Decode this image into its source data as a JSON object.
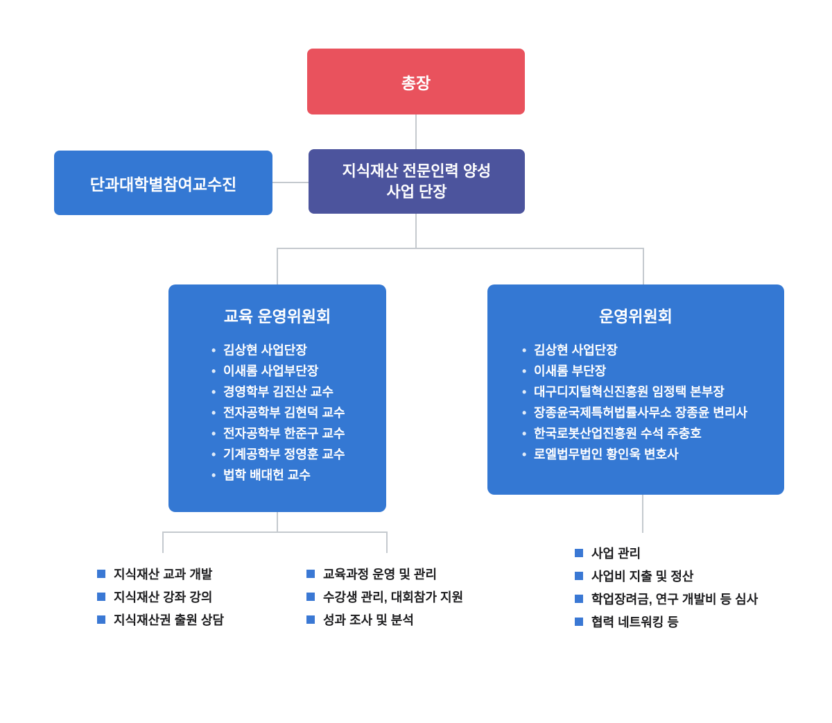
{
  "org": {
    "president": {
      "label": "총장"
    },
    "faculty": {
      "label": "단과대학별참여교수진"
    },
    "director": {
      "line1": "지식재산 전문인력 양성",
      "line2": "사업 단장"
    },
    "committees": [
      {
        "title": "교육 운영위원회",
        "members": [
          "김상현 사업단장",
          "이새롬 사업부단장",
          "경영학부 김진산 교수",
          "전자공학부 김현덕 교수",
          "전자공학부 한준구 교수",
          "기계공학부 정영훈 교수",
          "법학 배대헌 교수"
        ]
      },
      {
        "title": "운영위원회",
        "members": [
          "김상현 사업단장",
          "이새롬 부단장",
          "대구디지털혁신진흥원 임정택 본부장",
          "장종윤국제특허법률사무소 장종윤 변리사",
          "한국로봇산업진흥원 수석 주충호",
          "로엘법무법인 황인욱 변호사"
        ]
      }
    ],
    "task_groups": [
      {
        "items": [
          "지식재산 교과 개발",
          "지식재산 강좌 강의",
          "지식재산권 출원 상담"
        ]
      },
      {
        "items": [
          "교육과정 운영 및 관리",
          "수강생 관리, 대회참가 지원",
          "성과 조사 및 분석"
        ]
      },
      {
        "items": [
          "사업 관리",
          "사업비 지출 및 정산",
          "학업장려금, 연구 개발비 등 심사",
          "협력 네트워킹 등"
        ]
      }
    ],
    "colors": {
      "president_red": "#E9525D",
      "box_blue": "#3478D3",
      "director_purple": "#4C549D",
      "connector_gray": "#C4C9CE",
      "bullet_blue": "#3A78D4",
      "task_text": "#1C1C1E"
    }
  }
}
